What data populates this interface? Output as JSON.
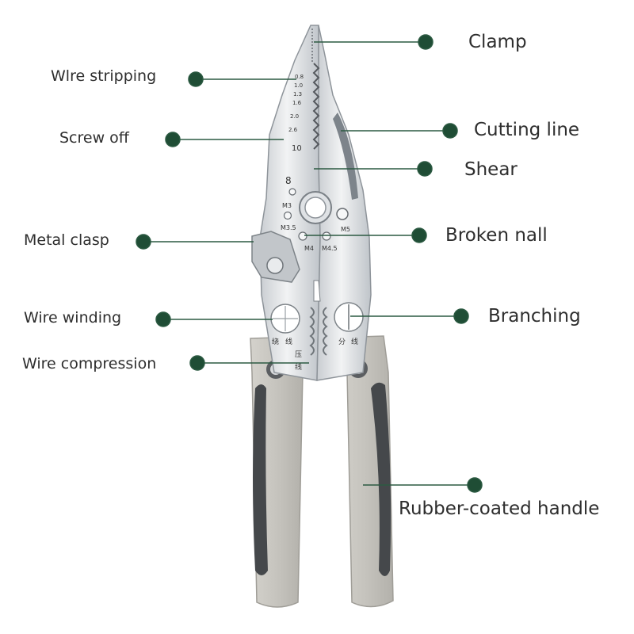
{
  "colors": {
    "leader_dot": "#1f4d35",
    "leader_line": "#2c5a42",
    "label_text": "#2e2e2e",
    "steel": "#e6e8ea",
    "steel_shadow": "#b9bec3",
    "grip_light": "#c9c7c1",
    "grip_dark": "#44474a"
  },
  "labels": {
    "clamp": "Clamp",
    "wire_stripping": "Wlre stripping",
    "screw_off": "Screw off",
    "cutting_line": "Cutting line",
    "shear": "Shear",
    "metal_clasp": "Metal clasp",
    "broken_nail": "Broken nall",
    "wire_winding": "Wire winding",
    "branching": "Branching",
    "wire_compression": "Wire compression",
    "rubber_handle": "Rubber-coated handle"
  },
  "tool_markings": {
    "gauges": [
      "0.8",
      "1.0",
      "1.3",
      "1.6",
      "2.0",
      "2.6"
    ],
    "size_10": "10",
    "size_8": "8",
    "m3": "M3",
    "m35": "M3.5",
    "m4": "M4",
    "m45": "M4.5",
    "m5": "M5",
    "cn_winding_1": "绕",
    "cn_winding_2": "线",
    "cn_press_1": "压",
    "cn_press_2": "线",
    "cn_branch_1": "分",
    "cn_branch_2": "线"
  }
}
